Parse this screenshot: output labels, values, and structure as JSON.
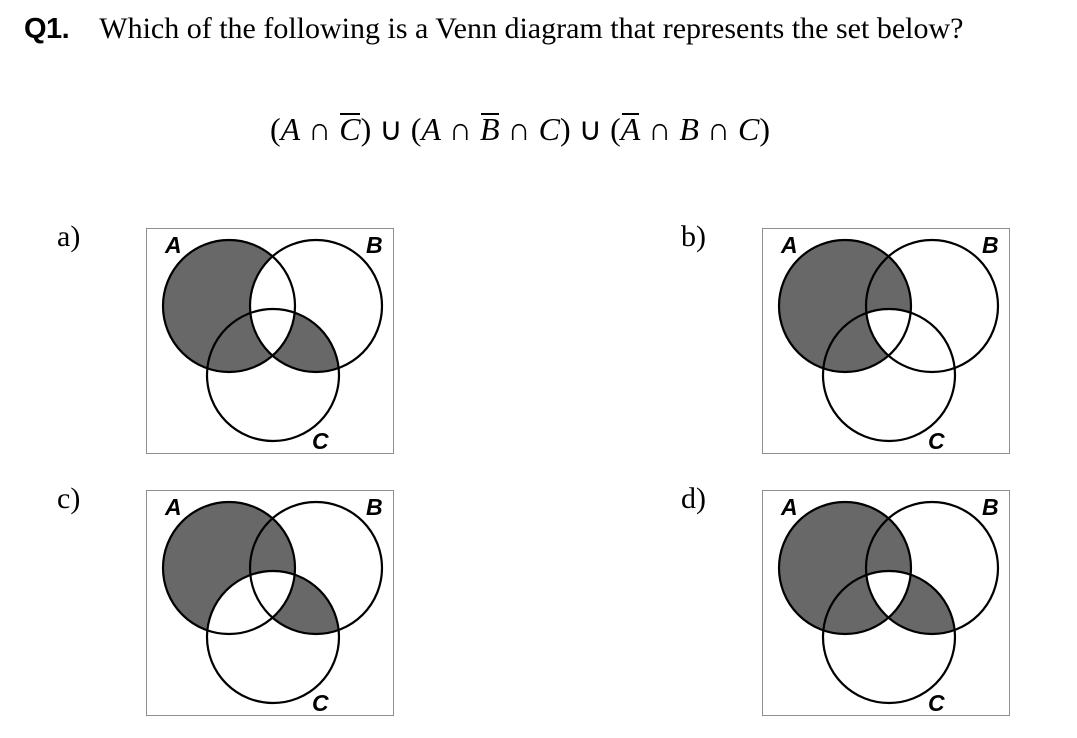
{
  "question": {
    "number": "Q1.",
    "text": "Which of the following is a Venn diagram that represents the set below?"
  },
  "formula": {
    "segments": [
      {
        "t": "(",
        "i": false,
        "bar": false
      },
      {
        "t": "A",
        "i": true,
        "bar": false
      },
      {
        "t": " ∩ ",
        "i": false,
        "bar": false
      },
      {
        "t": "C",
        "i": true,
        "bar": true
      },
      {
        "t": ") ∪ (",
        "i": false,
        "bar": false
      },
      {
        "t": "A",
        "i": true,
        "bar": false
      },
      {
        "t": " ∩ ",
        "i": false,
        "bar": false
      },
      {
        "t": "B",
        "i": true,
        "bar": true
      },
      {
        "t": " ∩ ",
        "i": false,
        "bar": false
      },
      {
        "t": "C",
        "i": true,
        "bar": false
      },
      {
        "t": ") ∪ (",
        "i": false,
        "bar": false
      },
      {
        "t": "A",
        "i": true,
        "bar": true
      },
      {
        "t": " ∩ ",
        "i": false,
        "bar": false
      },
      {
        "t": "B",
        "i": true,
        "bar": false
      },
      {
        "t": " ∩ ",
        "i": false,
        "bar": false
      },
      {
        "t": "C",
        "i": true,
        "bar": false
      },
      {
        "t": ")",
        "i": false,
        "bar": false
      }
    ]
  },
  "venn": {
    "circle_labels": [
      "A",
      "B",
      "C"
    ],
    "shade_color": "#686868",
    "outline_color": "#000000",
    "box_border_color": "#8f8f8f",
    "box_fill": "#ffffff"
  },
  "options": [
    {
      "label": "a)",
      "shaded_regions": [
        "A-only",
        "A∩C-only",
        "B∩C-only"
      ]
    },
    {
      "label": "b)",
      "shaded_regions": [
        "A-only",
        "A∩B-only",
        "A∩C-only"
      ]
    },
    {
      "label": "c)",
      "shaded_regions": [
        "A-only",
        "A∩B-only",
        "B∩C-only"
      ]
    },
    {
      "label": "d)",
      "shaded_regions": [
        "A-only",
        "A∩B-only",
        "A∩C-only",
        "B∩C-only"
      ]
    }
  ]
}
